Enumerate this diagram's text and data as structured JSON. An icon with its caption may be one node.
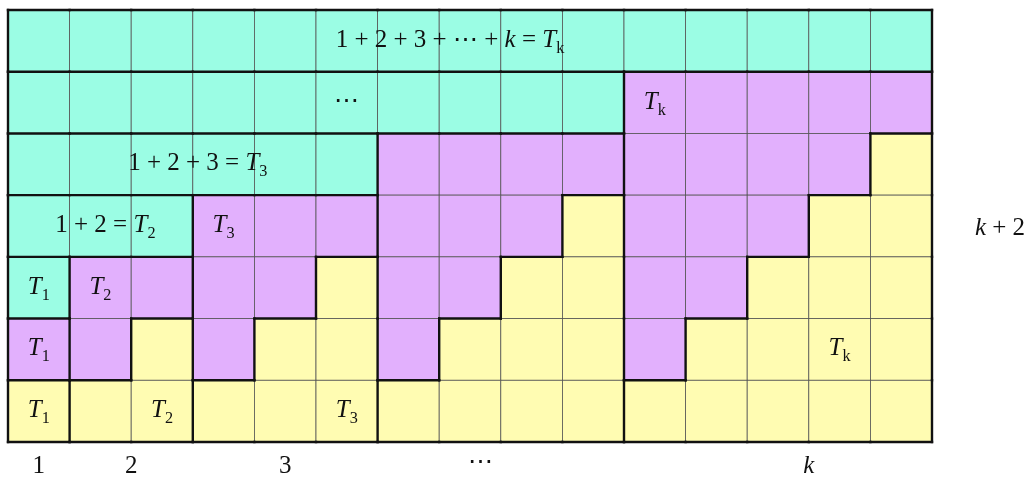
{
  "diagram": {
    "labels": [
      "1 + 2 + 3 + ⋯ + *k* = *T*$_{k}$",
      "⋯",
      "*T*$_{k}$",
      "1 + 2 + 3 = *T*$_{3}$",
      "1 + 2 = *T*$_{2}$",
      "*T*$_{3}$",
      "*k* + 2",
      "*T*$_{1}$",
      "*T*$_{2}$",
      "*T*$_{1}$",
      "*T*$_{k}$",
      "*T*$_{1}$",
      "*T*$_{2}$",
      "*T*$_{3}$",
      "1",
      "2",
      "3",
      "⋯",
      "k"
    ]
  }
}
